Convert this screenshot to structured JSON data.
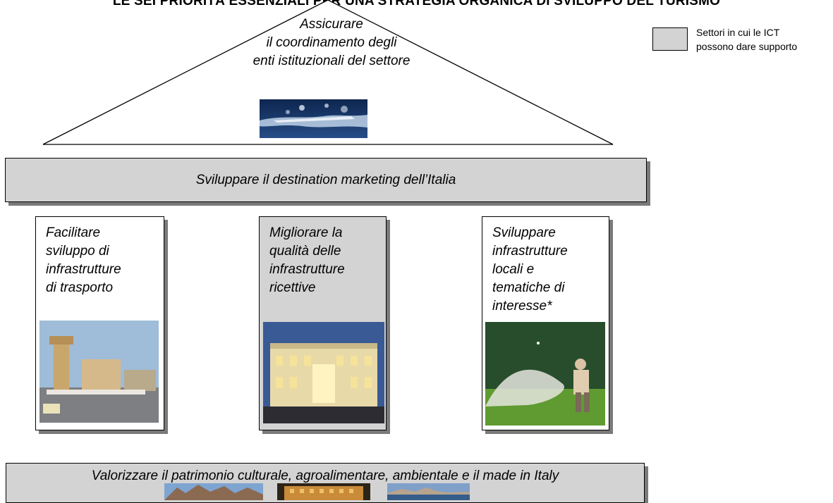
{
  "heading": "LE SEI PRIORITÀ ESSENZIALI PER UNA STRATEGIA ORGANICA DI SVILUPPO DEL TURISMO",
  "legend": {
    "label_line1": "Settori in cui le ICT",
    "label_line2": "possono dare supporto",
    "swatch_color": "#d3d3d3"
  },
  "roof": {
    "line1": "Assicurare",
    "line2": "il coordinamento degli",
    "line3": "enti istituzionali del settore",
    "image": "speedboat-photo"
  },
  "band_marketing": "Sviluppare il destination marketing dell’Italia",
  "pillars": [
    {
      "line1": "Facilitare",
      "line2": "sviluppo di",
      "line3": "infrastrutture",
      "line4": "di trasporto",
      "line5": "",
      "image": "airport-photo",
      "highlighted": false
    },
    {
      "line1": "Migliorare la",
      "line2": "qualità delle",
      "line3": "infrastrutture",
      "line4": "ricettive",
      "line5": "",
      "image": "hotel-photo",
      "highlighted": true
    },
    {
      "line1": "Sviluppare",
      "line2": "infrastrutture",
      "line3": "locali e",
      "line4": "tematiche di",
      "line5": "interesse*",
      "image": "golf-photo",
      "highlighted": false
    }
  ],
  "band_heritage": "Valorizzare il patrimonio culturale, agroalimentare, ambientale e il made in Italy",
  "heritage_images": [
    "mountains-photo",
    "colosseum-photo",
    "coast-photo"
  ],
  "colors": {
    "highlight": "#d3d3d3",
    "shadow": "#7a7a7a",
    "border": "#000000"
  }
}
